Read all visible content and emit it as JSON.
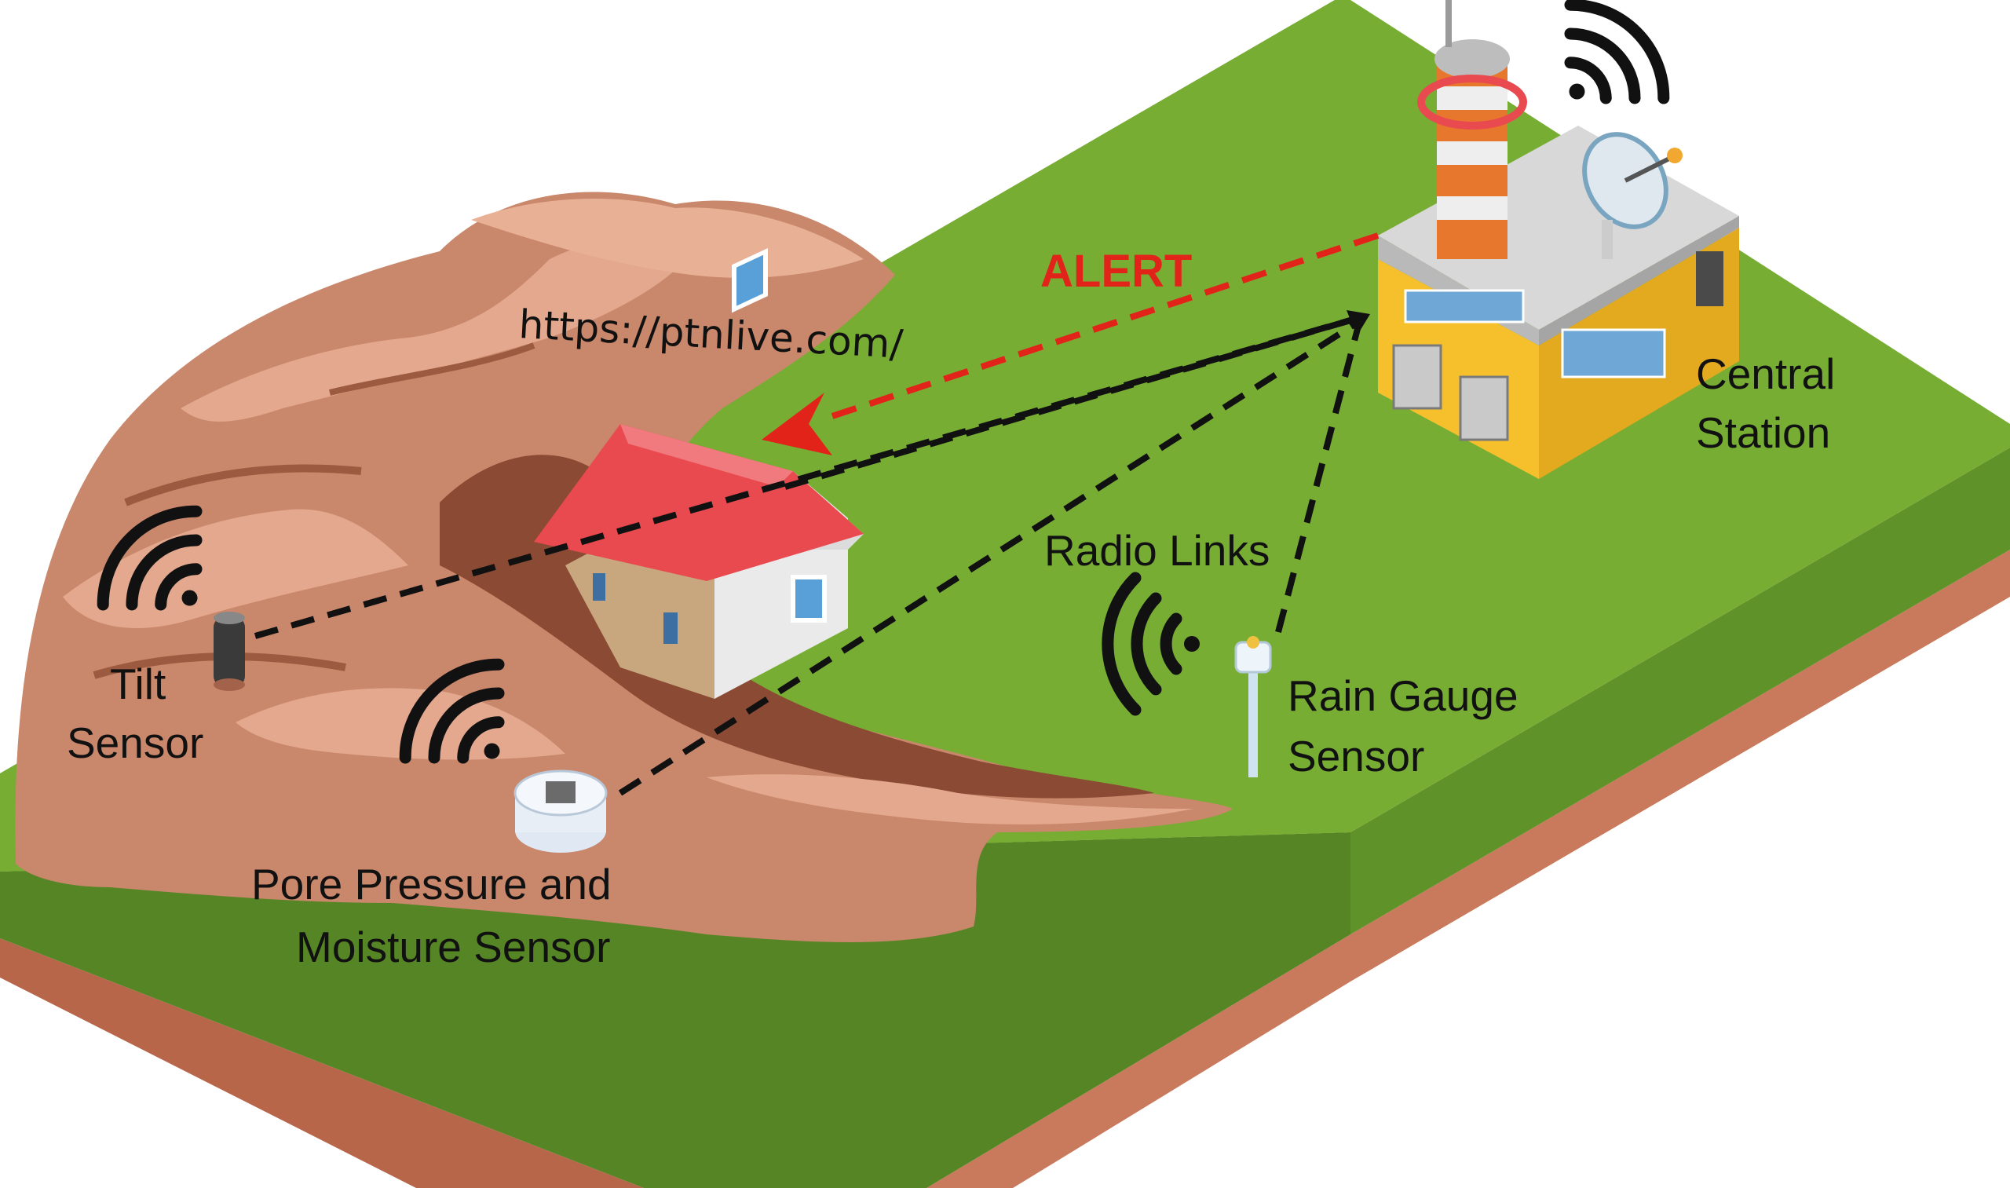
{
  "url": "https://ptnlive.com/",
  "labels": {
    "alert": "ALERT",
    "central_station_line1": "Central",
    "central_station_line2": "Station",
    "radio_links": "Radio Links",
    "rain_gauge_line1": "Rain Gauge",
    "rain_gauge_line2": "Sensor",
    "tilt_line1": "Tilt",
    "tilt_line2": "Sensor",
    "pore_line1": "Pore Pressure and",
    "pore_line2": "Moisture Sensor"
  },
  "colors": {
    "grass": "#78ad34",
    "grass_side": "#558524",
    "soil_side": "#c97a5c",
    "hill": "#c9876b",
    "hill_dark": "#8a4a33",
    "hill_light": "#e3a88d",
    "alert": "#e2231a",
    "link": "#111111",
    "building": "#f5c02b",
    "tower_orange": "#e8772e",
    "roof_red": "#e84a4f"
  },
  "icons": {
    "tilt_wifi": "wifi-signal-icon",
    "pore_wifi": "wifi-signal-icon",
    "rain_wifi": "wifi-signal-icon",
    "station_wifi": "wifi-signal-icon"
  }
}
